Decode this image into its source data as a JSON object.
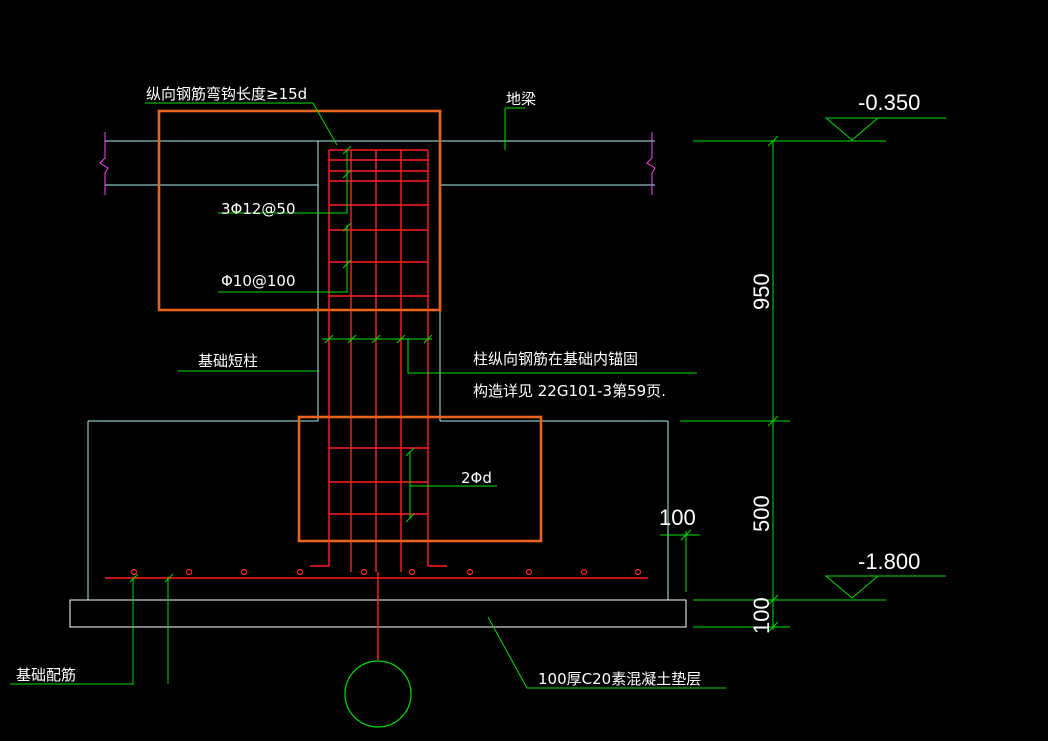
{
  "labels": {
    "anchor_length": "纵向钢筋弯钩长度≥15d",
    "ground_beam": "地梁",
    "stirrup_top": "3Φ12@50",
    "stirrup_main": "Φ10@100",
    "short_column": "基础短柱",
    "anchor_note_1": "柱纵向钢筋在基础内锚固",
    "anchor_note_2": "构造详见 22G101-3第59页.",
    "bar_2d": "2Φd",
    "bottom_rebar": "基础配筋",
    "bedding": "100厚C20素混凝土垫层"
  },
  "dimensions": {
    "elev_top": "-0.350",
    "elev_bottom": "-1.800",
    "dim_950": "950",
    "dim_500": "500",
    "dim_100_side": "100",
    "dim_100_bottom": "100"
  },
  "colors": {
    "leader_green": "#00e000",
    "outline_cyan": "#a8f0f0",
    "rebar_red": "#ff2020",
    "highlight_orange": "#e8641c"
  }
}
